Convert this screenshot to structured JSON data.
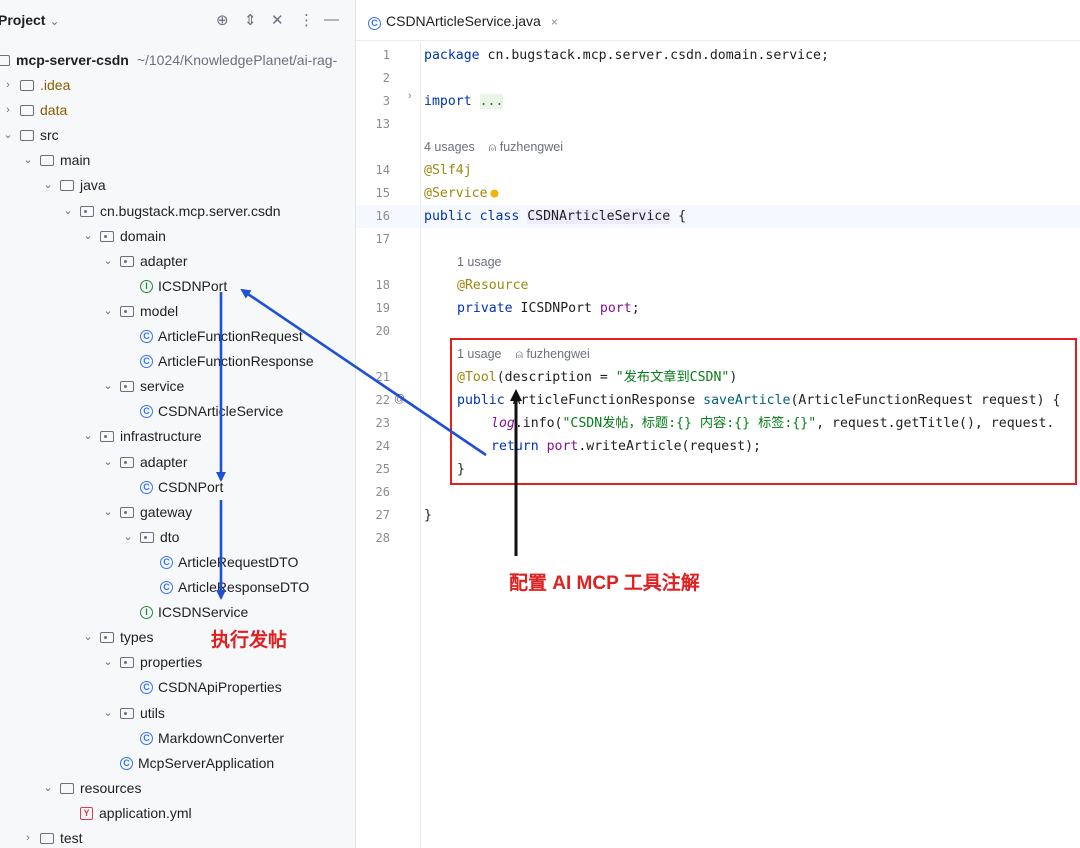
{
  "project_panel": {
    "title": "Project",
    "title_chevron": "⌄",
    "header_icons": [
      "crosshair-icon",
      "expand-collapse-icon",
      "close-all-icon",
      "more-icon",
      "minimize-icon"
    ],
    "root_name": "mcp-server-csdn",
    "root_path": "~/1024/KnowledgePlanet/ai-rag-",
    "tree": [
      {
        "label": ".idea",
        "kind": "folder"
      },
      {
        "label": "data",
        "kind": "folder"
      },
      {
        "label": "src",
        "kind": "folder"
      },
      {
        "label": "main",
        "kind": "folder"
      },
      {
        "label": "java",
        "kind": "folder"
      },
      {
        "label": "cn.bugstack.mcp.server.csdn",
        "kind": "package"
      },
      {
        "label": "domain",
        "kind": "package"
      },
      {
        "label": "adapter",
        "kind": "package"
      },
      {
        "label": "ICSDNPort",
        "kind": "interface"
      },
      {
        "label": "model",
        "kind": "package"
      },
      {
        "label": "ArticleFunctionRequest",
        "kind": "class"
      },
      {
        "label": "ArticleFunctionResponse",
        "kind": "class"
      },
      {
        "label": "service",
        "kind": "package"
      },
      {
        "label": "CSDNArticleService",
        "kind": "class"
      },
      {
        "label": "infrastructure",
        "kind": "package"
      },
      {
        "label": "adapter",
        "kind": "package"
      },
      {
        "label": "CSDNPort",
        "kind": "class"
      },
      {
        "label": "gateway",
        "kind": "package"
      },
      {
        "label": "dto",
        "kind": "package"
      },
      {
        "label": "ArticleRequestDTO",
        "kind": "class"
      },
      {
        "label": "ArticleResponseDTO",
        "kind": "class"
      },
      {
        "label": "ICSDNService",
        "kind": "interface"
      },
      {
        "label": "types",
        "kind": "package"
      },
      {
        "label": "properties",
        "kind": "package"
      },
      {
        "label": "CSDNApiProperties",
        "kind": "class"
      },
      {
        "label": "utils",
        "kind": "package"
      },
      {
        "label": "MarkdownConverter",
        "kind": "class"
      },
      {
        "label": "McpServerApplication",
        "kind": "class"
      },
      {
        "label": "resources",
        "kind": "resources"
      },
      {
        "label": "application.yml",
        "kind": "yml"
      },
      {
        "label": "test",
        "kind": "folder"
      }
    ]
  },
  "editor": {
    "tab_label": "CSDNArticleService.java",
    "close_glyph": "×",
    "line_numbers": [
      "1",
      "2",
      "3",
      "13",
      "14",
      "15",
      "16",
      "17",
      "18",
      "19",
      "20",
      "21",
      "22",
      "23",
      "24",
      "25",
      "26",
      "27",
      "28"
    ],
    "hints": {
      "class_usages": "4 usages",
      "class_author": "fuzhengwei",
      "field_usage": "1 usage",
      "method_usage": "1 usage",
      "method_author": "fuzhengwei"
    },
    "code": {
      "l1_kw": "package",
      "l1_rest": " cn.bugstack.mcp.server.csdn.domain.service;",
      "l3_kw": "import",
      "l3_fold": "...",
      "l14": "@Slf4j",
      "l15": "@Service",
      "l16_kw": "public class",
      "l16_name": "CSDNArticleService",
      "l16_rest": " {",
      "l18": "@Resource",
      "l19_kw": "private",
      "l19_type": " ICSDNPort ",
      "l19_field": "port",
      "l19_end": ";",
      "l21_ann": "@Tool",
      "l21_mid": "(description = ",
      "l21_str": "\"发布文章到CSDN\"",
      "l21_end": ")",
      "l22_kw": "public",
      "l22_type": " ArticleFunctionResponse ",
      "l22_fn": "saveArticle",
      "l22_rest": "(ArticleFunctionRequest request) {",
      "l23_log": "log",
      "l23_mid": ".info(",
      "l23_str": "\"CSDN发帖，标题:{} 内容:{} 标签:{}\"",
      "l23_rest": ", request.getTitle(), request.",
      "l24_kw": "return",
      "l24_field": " port",
      "l24_rest": ".writeArticle(request);",
      "l25": "}",
      "l27": "}"
    }
  },
  "annotations": {
    "tool_label": "配置 AI MCP 工具注解",
    "post_label": "执行发帖"
  },
  "colors": {
    "arrow_blue": "#1f4fd6",
    "annotation_red": "#e02020",
    "arrow_black": "#111111"
  }
}
